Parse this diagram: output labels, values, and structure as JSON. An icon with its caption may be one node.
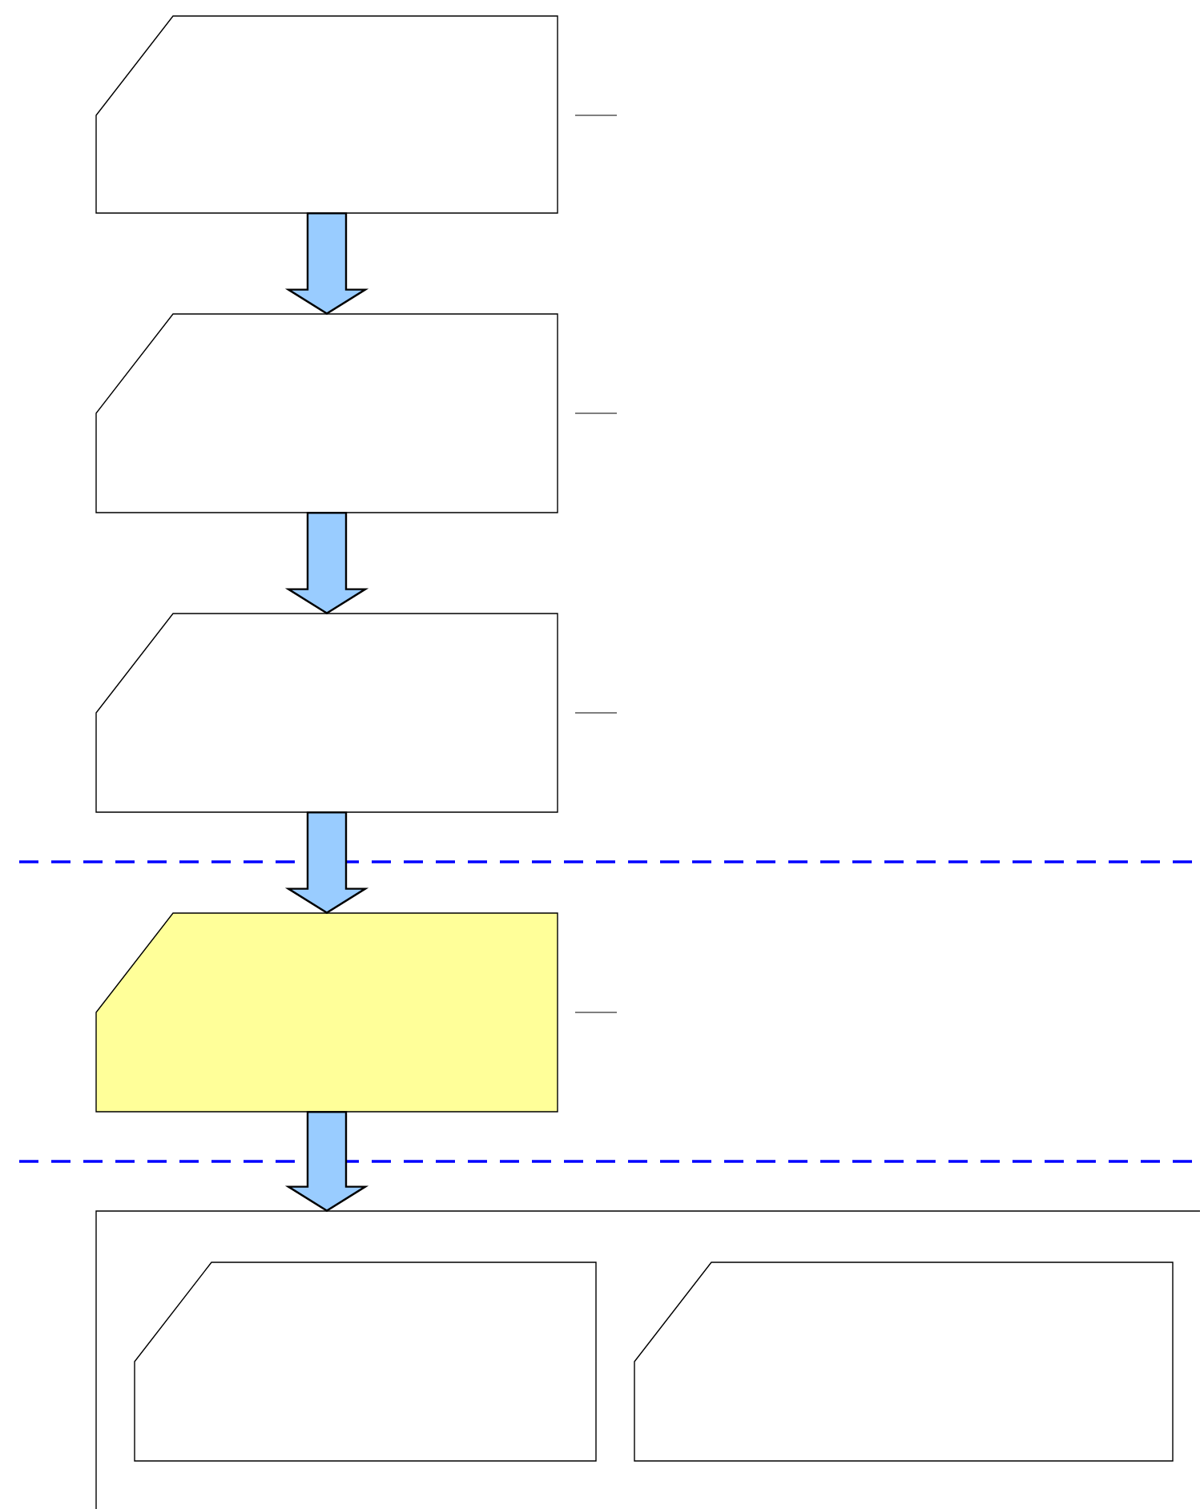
{
  "diagram": {
    "nodes": [
      {
        "text": [],
        "shape": "card"
      },
      {
        "text": [],
        "shape": "card"
      },
      {
        "text": [],
        "shape": "card"
      },
      {
        "text": [],
        "shape": "card"
      },
      {
        "text": [],
        "shape": "box"
      },
      {
        "text": [],
        "shape": "card",
        "in": 4
      },
      {
        "text": [],
        "shape": "card",
        "in": 4
      }
    ],
    "edges": [
      {
        "from": 0,
        "to": 1,
        "arrow": "to"
      },
      {
        "from": 1,
        "to": 2,
        "arrow": "to"
      },
      {
        "from": 2,
        "to": 3,
        "arrow": "to"
      },
      {
        "from": 3,
        "to": 4,
        "arrow": "to"
      }
    ]
  }
}
